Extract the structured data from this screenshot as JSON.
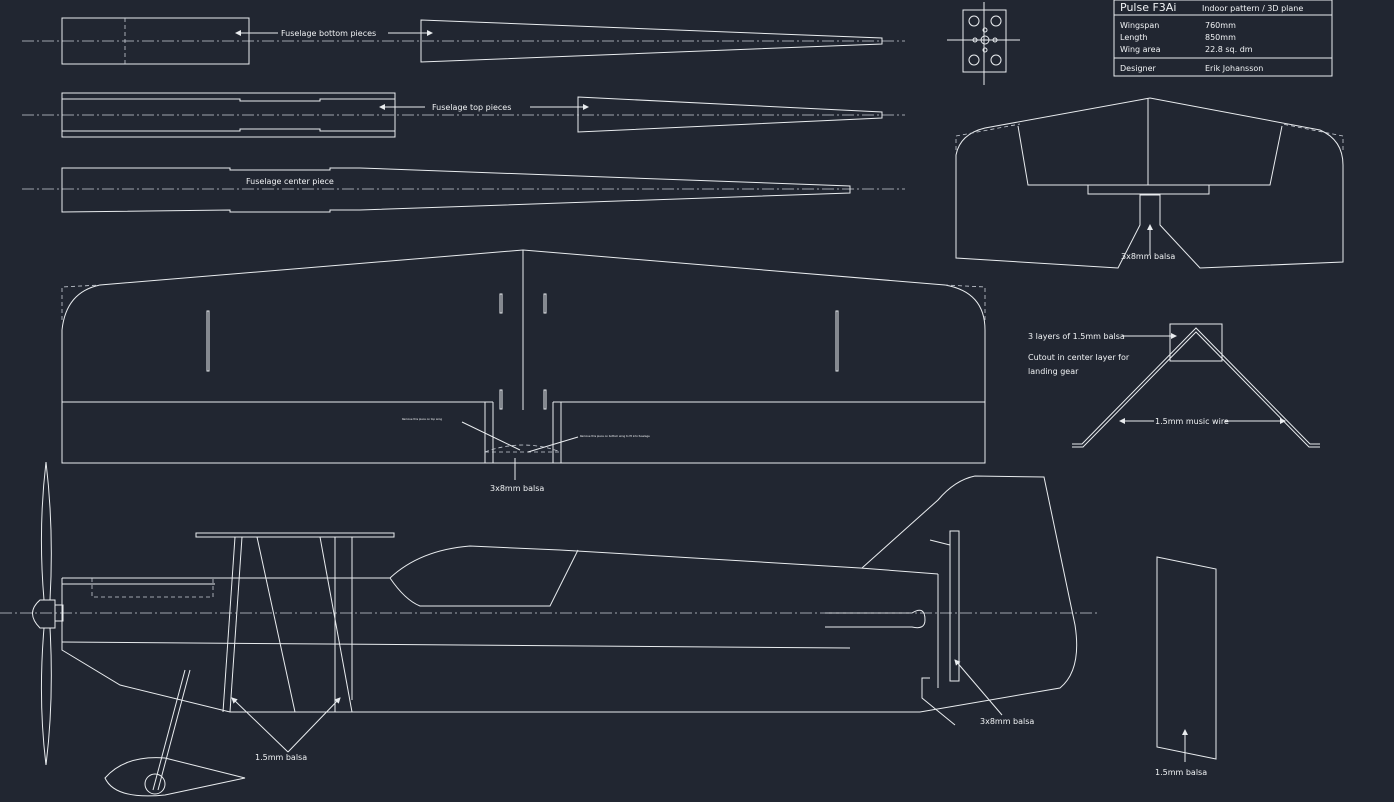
{
  "title_block": {
    "title": "Pulse F3Ai",
    "subtitle": "Indoor pattern / 3D plane",
    "rows": [
      {
        "label": "Wingspan",
        "value": "760mm"
      },
      {
        "label": "Length",
        "value": "850mm"
      },
      {
        "label": "Wing area",
        "value": "22.8 sq. dm"
      }
    ],
    "designer_label": "Designer",
    "designer": "Erik Johansson"
  },
  "labels": {
    "fuselage_bottom": "Fuselage bottom pieces",
    "fuselage_top": "Fuselage top pieces",
    "fuselage_center": "Fuselage center piece",
    "tail_balsa": "3x8mm balsa",
    "wing_balsa": "3x8mm balsa",
    "wing_note_left": "Remove this piece on top wing",
    "wing_note_right": "Remove this piece on bottom wing to fit into fuselage",
    "gear_layers": "3 layers of 1.5mm balsa",
    "gear_cutout_1": "Cutout in center layer for",
    "gear_cutout_2": "landing gear",
    "music_wire": "1.5mm music wire",
    "side_balsa_15": "1.5mm balsa",
    "side_balsa_38": "3x8mm balsa",
    "rudder_balsa": "1.5mm balsa"
  }
}
